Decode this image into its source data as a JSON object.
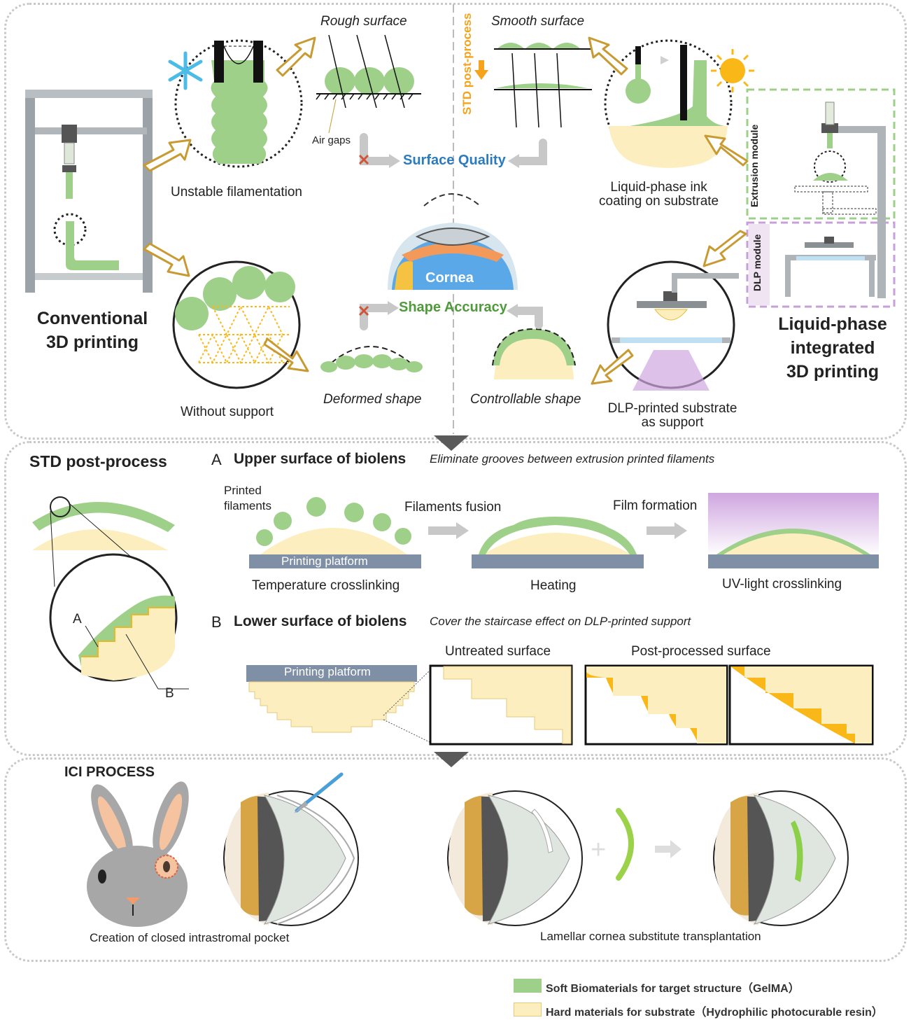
{
  "top": {
    "rough_surface": "Rough surface",
    "smooth_surface": "Smooth surface",
    "std_post_process_vertical": "STD post-process",
    "air_gaps": "Air gaps",
    "surface_quality": "Surface Quality",
    "shape_accuracy": "Shape Accuracy",
    "cornea": "Cornea",
    "unstable_filamentation": "Unstable filamentation",
    "liquid_phase_ink": "Liquid-phase ink\ncoating on substrate",
    "extrusion_module": "Extrusion module",
    "dlp_module": "DLP module",
    "conventional": "Conventional\n3D printing",
    "liquid_phase_integrated": "Liquid-phase\nintegrated\n3D printing",
    "without_support": "Without support",
    "deformed_shape": "Deformed shape",
    "controllable_shape": "Controllable shape",
    "dlp_substrate": "DLP-printed substrate\nas support"
  },
  "middle": {
    "title": "STD post-process",
    "a_letter": "A",
    "a_title": "Upper surface of biolens",
    "a_subtitle": "Eliminate grooves between extrusion printed filaments",
    "printed_filaments": "Printed\nfilaments",
    "filaments_fusion": "Filaments fusion",
    "film_formation": "Film formation",
    "printing_platform": "Printing platform",
    "temperature_crosslinking": "Temperature crosslinking",
    "heating": "Heating",
    "uv_crosslinking": "UV-light  crosslinking",
    "b_letter": "B",
    "b_title": "Lower surface of biolens",
    "b_subtitle": "Cover the staircase effect on DLP-printed support",
    "untreated_surface": "Untreated surface",
    "post_processed_surface": "Post-processed surface",
    "printing_platform_b": "Printing platform",
    "inset_a": "A",
    "inset_b": "B"
  },
  "bottom": {
    "title": "ICI PROCESS",
    "pocket_caption": "Creation of closed intrastromal pocket",
    "transplant_caption": "Lamellar cornea substitute transplantation"
  },
  "legend": {
    "soft": "Soft Biomaterials for target structure（GelMA）",
    "hard": "Hard materials for substrate（Hydrophilic photocurable resin）"
  },
  "colors": {
    "green": "#9fd08a",
    "cream": "#fdeec0",
    "arrow_gold": "#c89a32",
    "platform": "#7e8fa6",
    "gold_fill": "#f9b818"
  }
}
